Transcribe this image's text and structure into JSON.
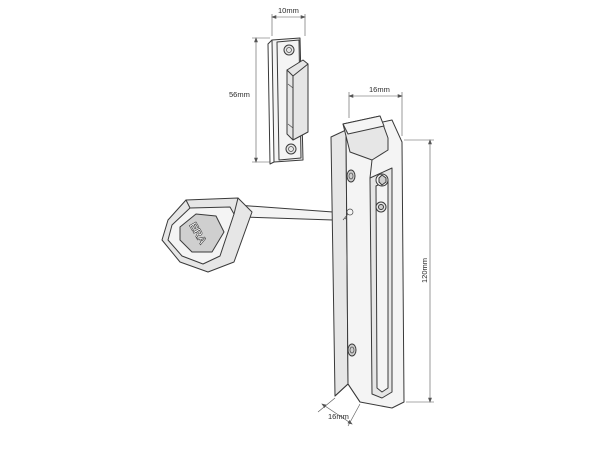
{
  "dimensions": {
    "keeper_width": "10mm",
    "keeper_height": "56mm",
    "restrictor_top_width": "16mm",
    "restrictor_height": "120mm",
    "restrictor_bottom_width": "16mm"
  },
  "key_head_logo": "ERA",
  "icons": {
    "key": "hex-key-icon",
    "keeper": "keeper-plate-icon",
    "restrictor": "restrictor-body-icon"
  }
}
